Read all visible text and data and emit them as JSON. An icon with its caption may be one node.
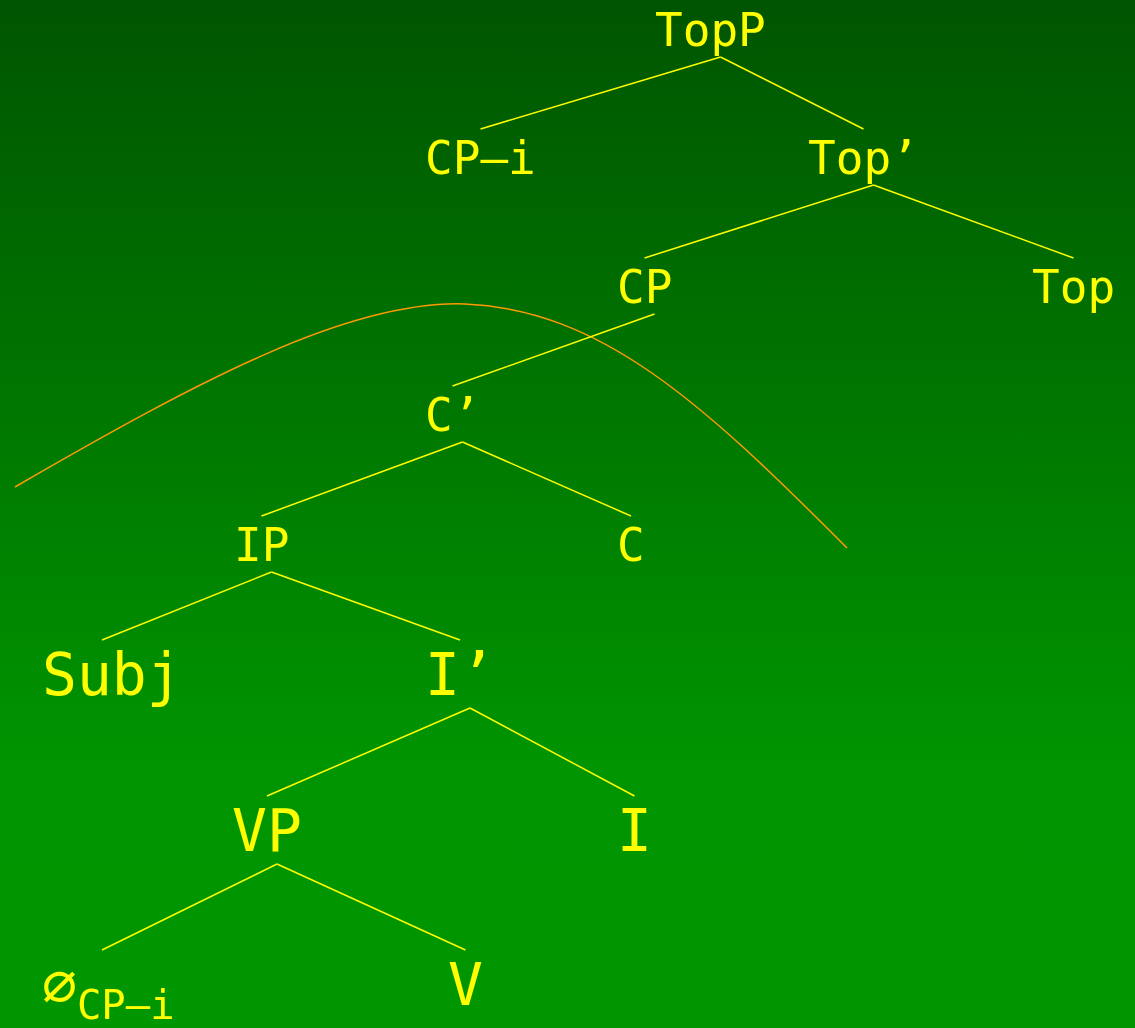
{
  "diagram": {
    "nodes": [
      {
        "text": [
          "TopP"
        ]
      },
      {
        "text": [
          "CP–i"
        ]
      },
      {
        "text": [
          "Top’"
        ]
      },
      {
        "text": [
          "CP"
        ]
      },
      {
        "text": [
          "Top"
        ]
      },
      {
        "text": [
          "C’"
        ]
      },
      {
        "text": [
          "IP"
        ]
      },
      {
        "text": [
          "C"
        ]
      },
      {
        "text": [
          "Subj"
        ]
      },
      {
        "text": [
          "I’"
        ]
      },
      {
        "text": [
          "VP"
        ]
      },
      {
        "text": [
          "I"
        ]
      },
      {
        "text": [
          "∅$_{CP–i}$"
        ]
      },
      {
        "text": [
          "V"
        ]
      }
    ],
    "edges": [
      {
        "from": 0,
        "to": 1,
        "arrow": "none"
      },
      {
        "from": 0,
        "to": 2,
        "arrow": "none"
      },
      {
        "from": 2,
        "to": 3,
        "arrow": "none"
      },
      {
        "from": 2,
        "to": 4,
        "arrow": "none"
      },
      {
        "from": 3,
        "to": 5,
        "arrow": "none"
      },
      {
        "from": 5,
        "to": 6,
        "arrow": "none"
      },
      {
        "from": 5,
        "to": 7,
        "arrow": "none"
      },
      {
        "from": 6,
        "to": 8,
        "arrow": "none"
      },
      {
        "from": 6,
        "to": 9,
        "arrow": "none"
      },
      {
        "from": 9,
        "to": 10,
        "arrow": "none"
      },
      {
        "from": 9,
        "to": 11,
        "arrow": "none"
      },
      {
        "from": 10,
        "to": 12,
        "arrow": "none"
      },
      {
        "from": 10,
        "to": 13,
        "arrow": "none"
      }
    ]
  }
}
